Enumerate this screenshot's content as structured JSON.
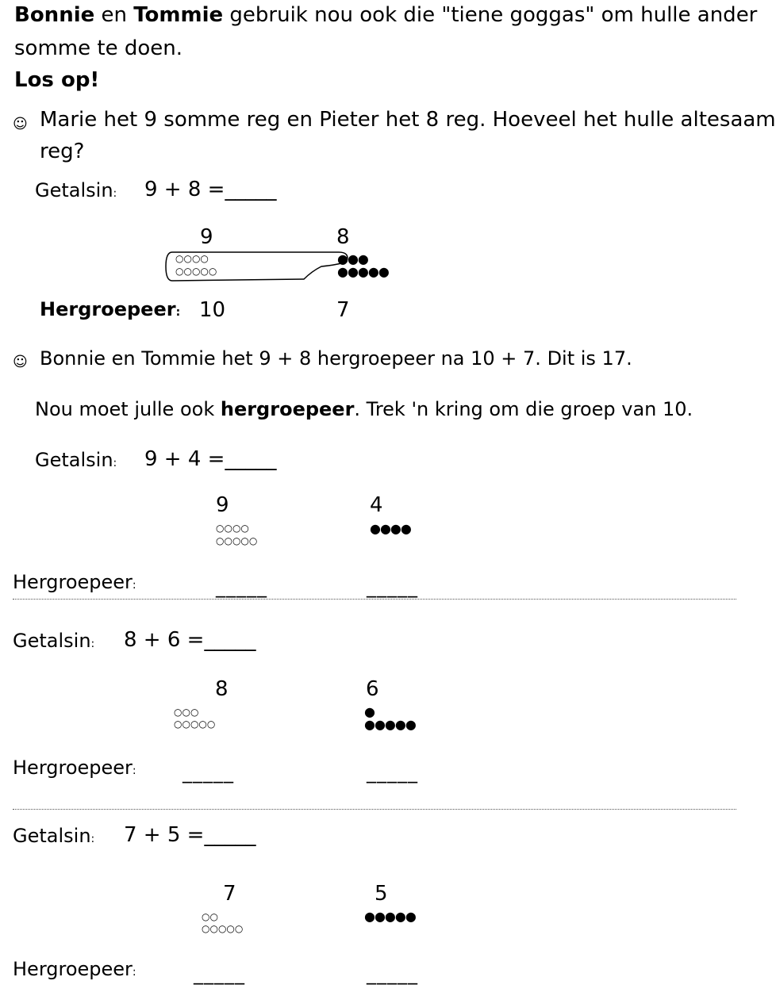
{
  "intro": {
    "name1": "Bonnie",
    "mid1": " en ",
    "name2": "Tommie",
    "rest_line1": " gebruik nou ook die \"tiene goggas\" om hulle ander",
    "line2": "somme te doen."
  },
  "heading": "Los op!",
  "bullet_icon": "☺",
  "question": {
    "line1": "Marie het 9 somme reg en Pieter het 8 reg.   Hoeveel het hulle altesaam",
    "line2": "reg?"
  },
  "getalsin_label": "Getalsin",
  "colon": ":",
  "hergroepeer_label": "Hergroepeer",
  "blank": "_____",
  "example": {
    "equation": "9  +  8  =",
    "a": "9",
    "b": "8",
    "open_row1": "○○○○",
    "open_row2": "○○○○○",
    "filled_row1": "●●●",
    "filled_row2": "●●●●●",
    "regroup_a": "10",
    "regroup_b": "7"
  },
  "explanation": "Bonnie en Tommie het  9  +  8   hergroepeer  na   10  +  7.      Dit is 17.",
  "instruction": {
    "pre": "Nou moet julle ook ",
    "bold": "hergroepeer",
    "post": ".   Trek 'n kring om die groep van 10."
  },
  "problems": [
    {
      "equation": "9  +  4  =",
      "a": "9",
      "b": "4",
      "open_row1": "○○○○",
      "open_row2": "○○○○○",
      "filled_row1": "",
      "filled_row2": "●●●●"
    },
    {
      "equation": "8  +  6  =",
      "a": "8",
      "b": "6",
      "open_row1": "○○○",
      "open_row2": "○○○○○",
      "filled_row1": "●",
      "filled_row2": "●●●●●"
    },
    {
      "equation": "7  +  5  =",
      "a": "7",
      "b": "5",
      "open_row1": "○○",
      "open_row2": "○○○○○",
      "filled_row1": "",
      "filled_row2": "●●●●●"
    }
  ],
  "colors": {
    "ink": "#000000",
    "separator": "#555555",
    "background": "#ffffff"
  }
}
